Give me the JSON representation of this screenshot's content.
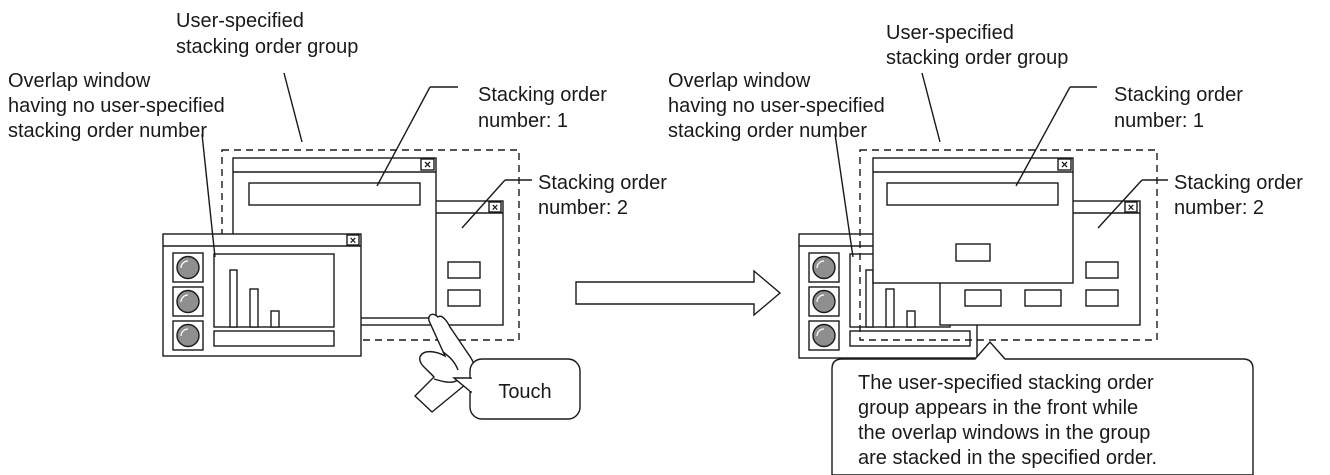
{
  "left_panel": {
    "group_label": [
      "User-specified",
      "stacking order group"
    ],
    "overlap_label": [
      "Overlap window",
      "having no user-specified",
      "stacking order number"
    ],
    "stack1_label": [
      "Stacking order",
      "number: 1"
    ],
    "stack2_label": [
      "Stacking order",
      "number: 2"
    ],
    "touch_label": "Touch"
  },
  "right_panel": {
    "group_label": [
      "User-specified",
      "stacking order group"
    ],
    "overlap_label": [
      "Overlap window",
      "having no user-specified",
      "stacking order number"
    ],
    "stack1_label": [
      "Stacking order",
      "number: 1"
    ],
    "stack2_label": [
      "Stacking order",
      "number: 2"
    ],
    "callout_text": [
      "The user-specified stacking order",
      "group appears in the front while",
      "the overlap windows in the group",
      "are stacked in the specified order."
    ]
  },
  "icons": {
    "close": "×"
  }
}
